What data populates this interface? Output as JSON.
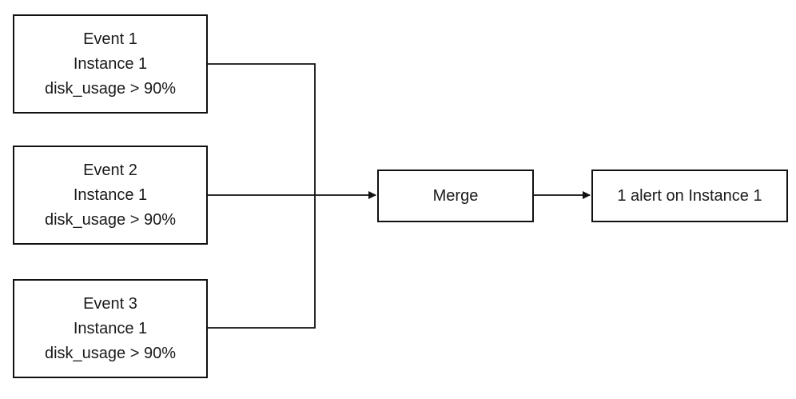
{
  "events": [
    {
      "lines": [
        "Event 1",
        "Instance 1",
        "disk_usage > 90%"
      ]
    },
    {
      "lines": [
        "Event 2",
        "Instance 1",
        "disk_usage > 90%"
      ]
    },
    {
      "lines": [
        "Event 3",
        "Instance 1",
        "disk_usage > 90%"
      ]
    }
  ],
  "merge": {
    "label": "Merge"
  },
  "alert": {
    "label": "1 alert on Instance 1"
  },
  "colors": {
    "stroke": "#111111",
    "text": "#1a1a1a",
    "background": "#ffffff"
  }
}
